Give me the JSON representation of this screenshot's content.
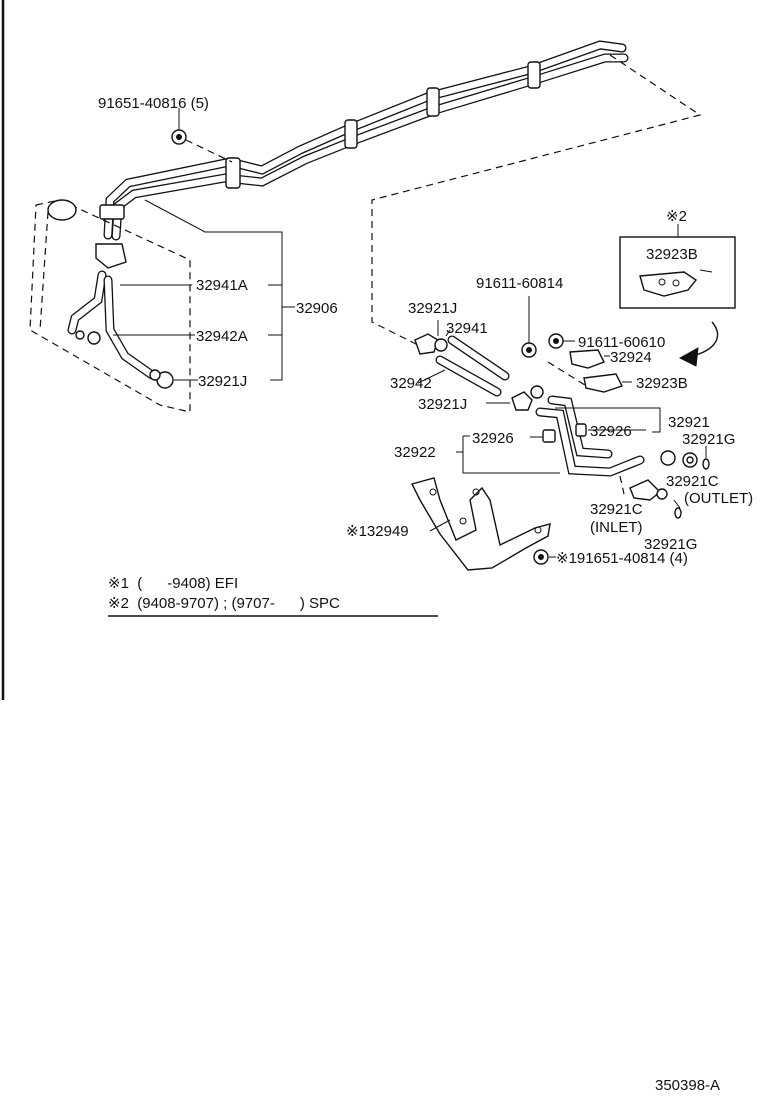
{
  "callouts": {
    "bolt_top": "91651-40816 (5)",
    "c32941A_left": "32941A",
    "c32942A_left": "32942A",
    "c32921J_left": "32921J",
    "c32906": "32906",
    "c32921J_upper": "32921J",
    "c32941": "32941",
    "c91611_60814": "91611-60814",
    "c91611_60610": "91611-60610",
    "c32924": "32924",
    "c32923B_lower": "32923B",
    "c32942": "32942",
    "c32921J_mid": "32921J",
    "c32921": "32921",
    "c32926_left": "32926",
    "c32926_right": "32926",
    "c32921G_upper": "32921G",
    "c32922": "32922",
    "c32921C_outlet": "32921C",
    "outlet_label": "(OUTLET)",
    "c32921C_inlet": "32921C",
    "inlet_label": "(INLET)",
    "c32921G_lower": "32921G",
    "c32949": "※132949",
    "c91651_40814": "※191651-40814 (4)",
    "note2_marker": "※2",
    "c32923B_box": "32923B"
  },
  "notes": {
    "note1": "※1  (      -9408) EFI",
    "note2": "※2  (9408-9707) ; (9707-      ) SPC"
  },
  "figure_code": "350398-A"
}
